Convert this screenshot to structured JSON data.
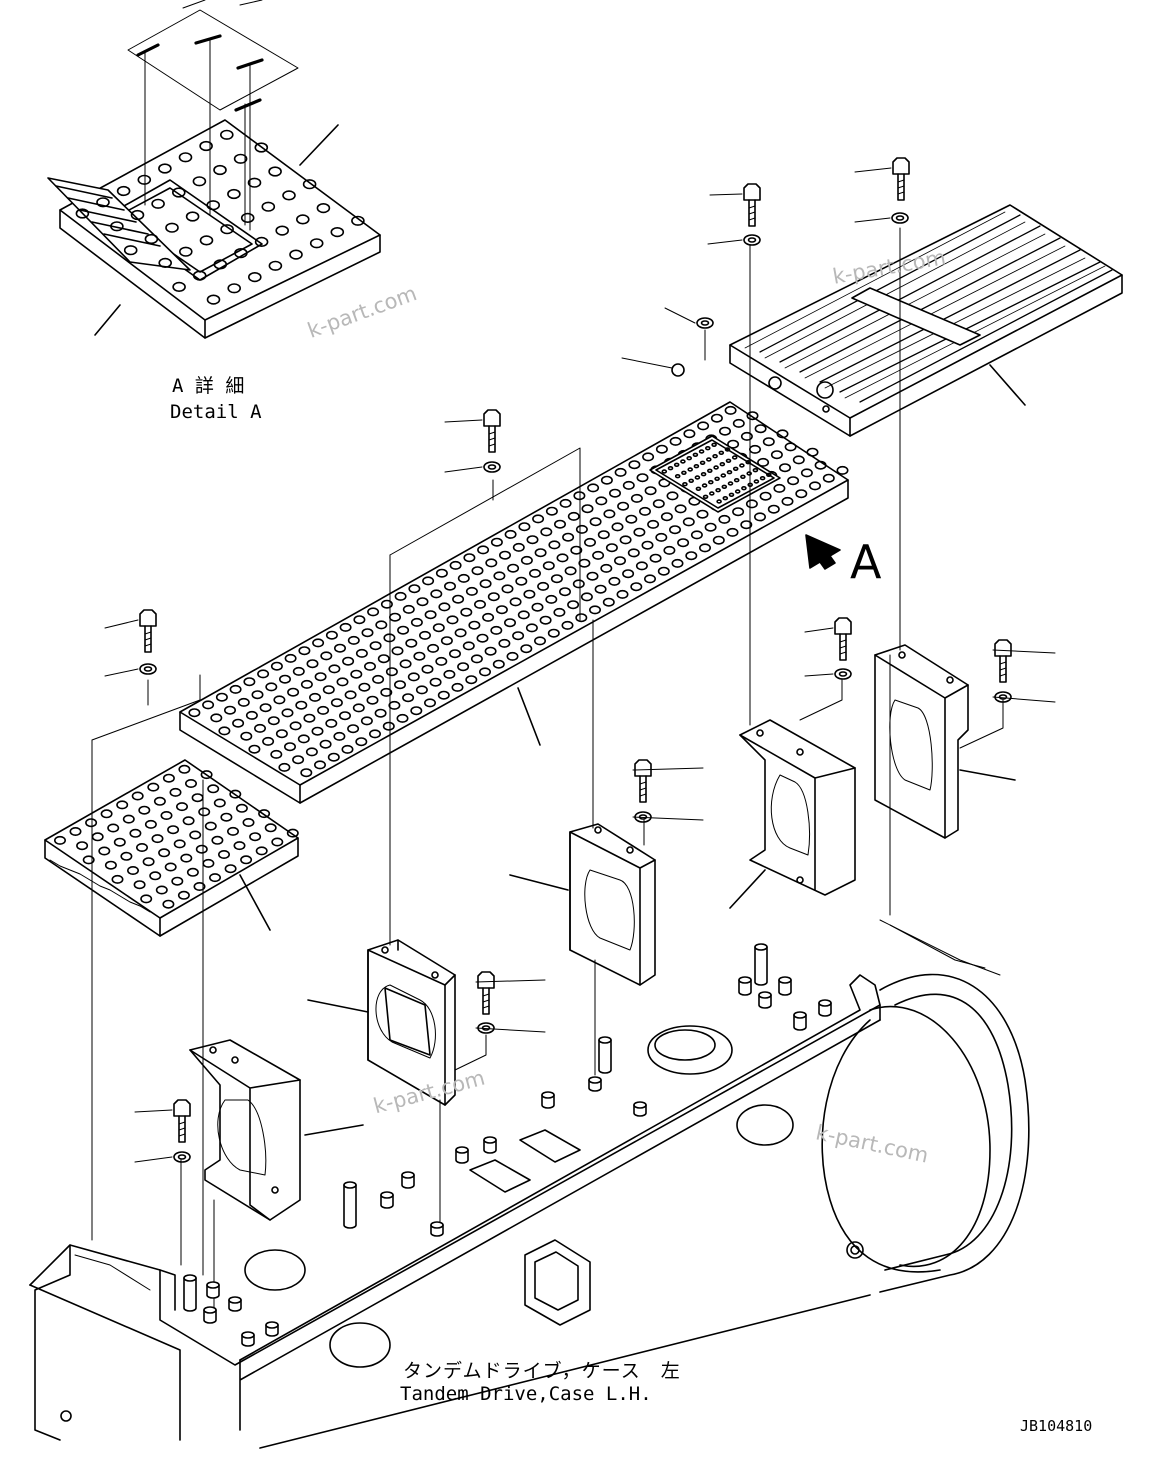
{
  "detail": {
    "title_jp": "A 詳 細",
    "title_en": "Detail A"
  },
  "view_marker": "A",
  "base_caption": {
    "jp": "タンデムドライブ，ケース　左",
    "en": "Tandem Drive,Case L.H."
  },
  "drawing_code": "JB104810",
  "watermarks": [
    "k-part.com",
    "k-part.com",
    "k-part.com",
    "k-part.com"
  ]
}
